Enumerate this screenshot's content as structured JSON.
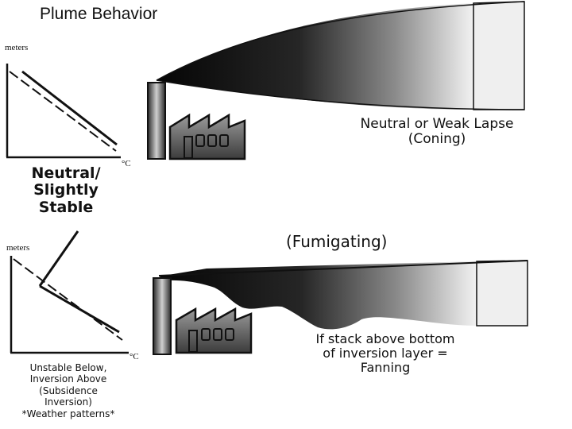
{
  "title": "Plume Behavior",
  "diagram1": {
    "y_axis_label": "meters",
    "x_axis_label": "°C",
    "stability_label": [
      "Neutral/",
      "Slightly",
      "Stable"
    ],
    "caption": [
      "Neutral or Weak Lapse",
      "(Coning)"
    ]
  },
  "diagram2": {
    "y_axis_label": "meters",
    "x_axis_label": "°C",
    "heading": "(Fumigating)",
    "stability_label": [
      "Unstable Below,",
      "Inversion Above",
      "(Subsidence",
      "Inversion)",
      "*Weather patterns*"
    ],
    "caption": [
      "If stack above bottom",
      "of inversion layer =",
      "Fanning"
    ]
  }
}
